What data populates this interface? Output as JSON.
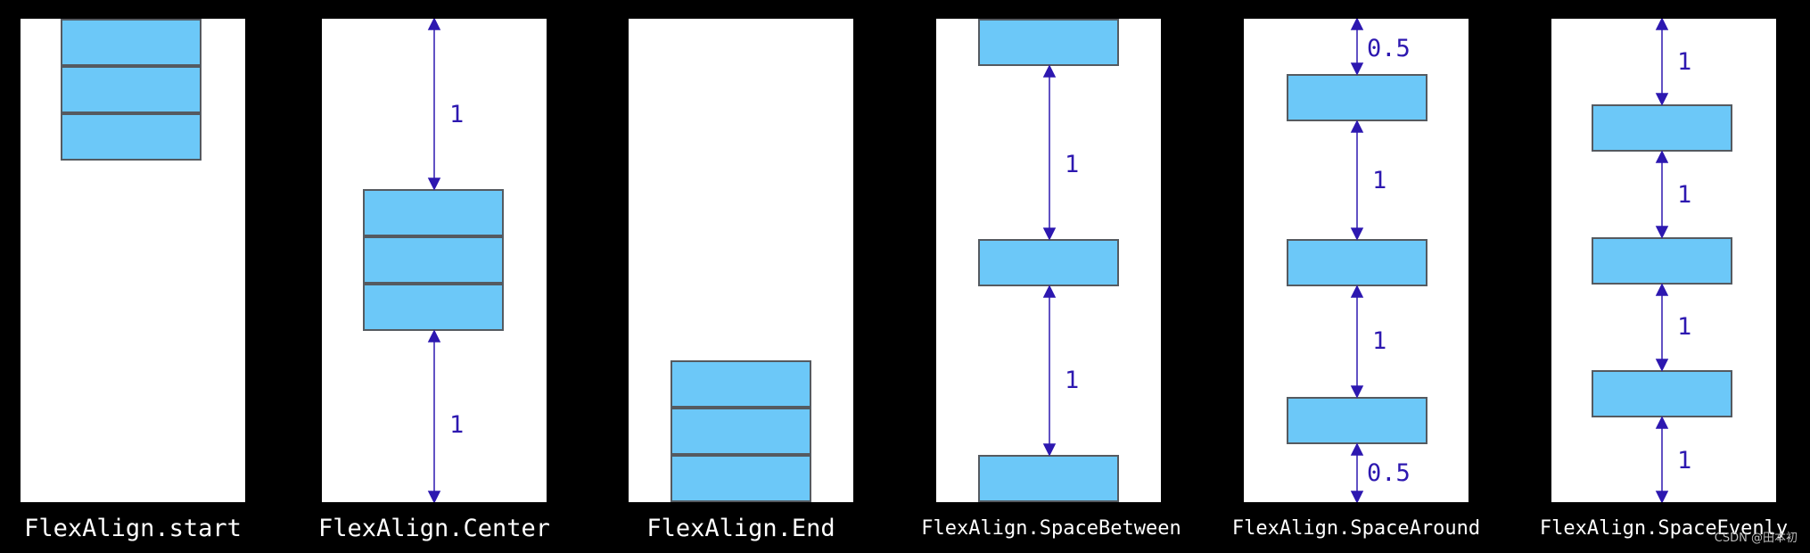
{
  "colors": {
    "background": "#000000",
    "panel": "#ffffff",
    "box_fill": "#6cc8f8",
    "box_border": "#555a60",
    "arrow": "#2d18b0",
    "caption": "#ffffff"
  },
  "panels": [
    {
      "caption": "FlexAlign.start"
    },
    {
      "caption": "FlexAlign.Center",
      "labels": [
        "1",
        "1"
      ]
    },
    {
      "caption": "FlexAlign.End"
    },
    {
      "caption": "FlexAlign.SpaceBetween",
      "labels": [
        "1",
        "1"
      ]
    },
    {
      "caption": "FlexAlign.SpaceAround",
      "labels": [
        "0.5",
        "1",
        "1",
        "0.5"
      ]
    },
    {
      "caption": "FlexAlign.SpaceEvenly",
      "labels": [
        "1",
        "1",
        "1",
        "1"
      ]
    }
  ],
  "watermark": "CSDN @田本初"
}
